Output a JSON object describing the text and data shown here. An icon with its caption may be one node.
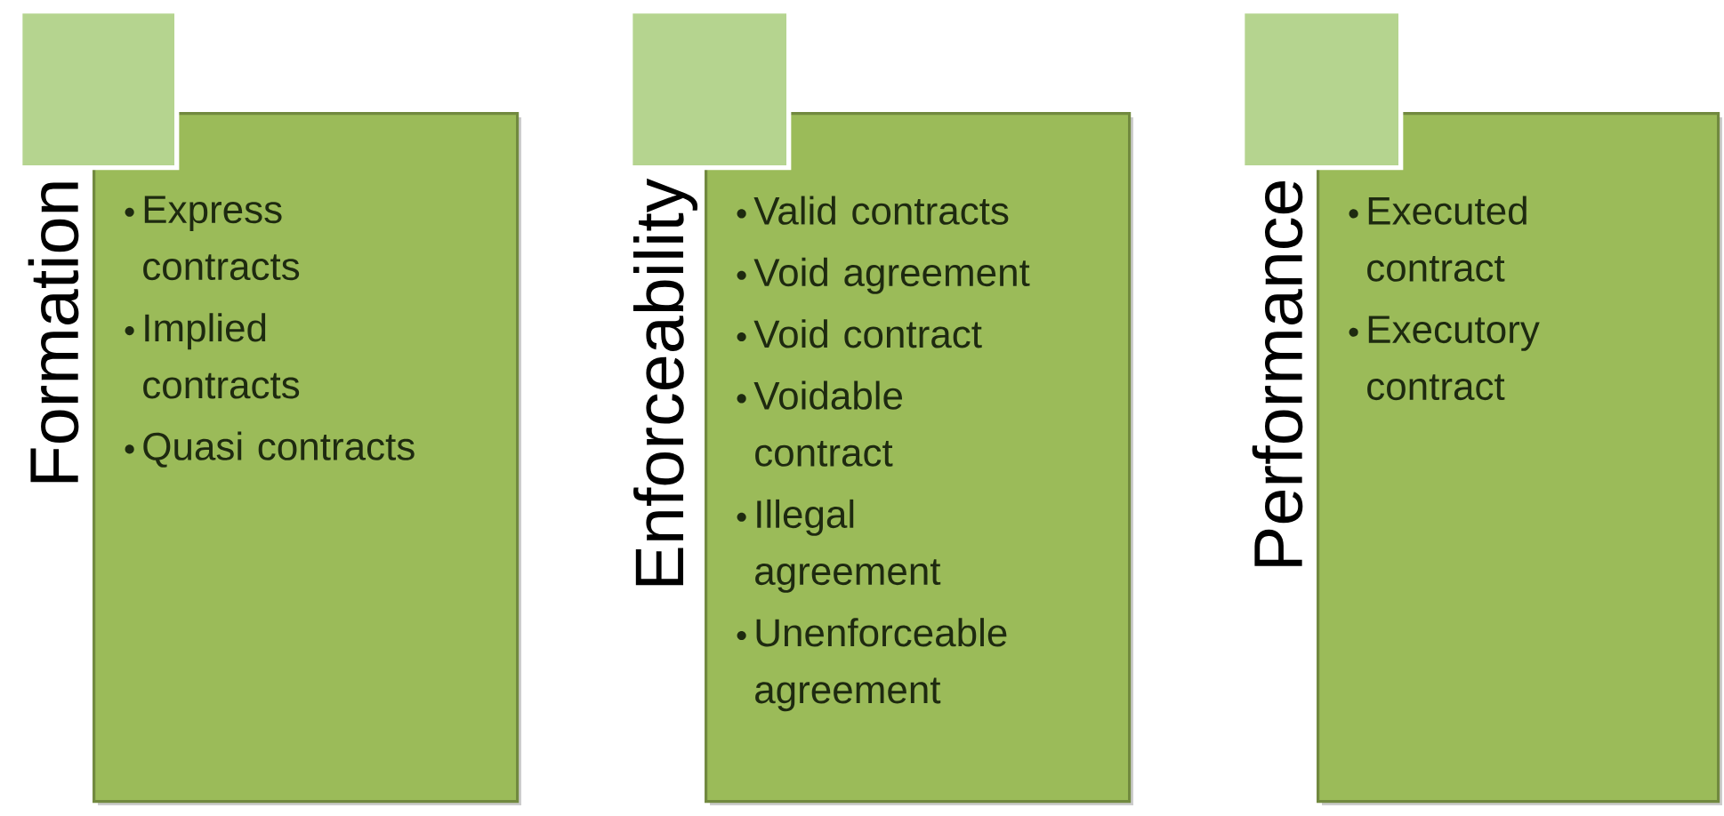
{
  "diagram": {
    "nodes": [
      {
        "text": [],
        "shape": "box"
      },
      {
        "text": [
          "Formation",
          "Express contracts",
          "Implied contracts",
          "Quasi contracts"
        ]
      },
      {
        "text": [],
        "shape": "box"
      },
      {
        "text": [
          "Enforceability",
          "Valid contracts",
          "Void agreement",
          "Void contract",
          "Voidable contract",
          "Illegal agreement",
          "Unenforceable agreement"
        ]
      },
      {
        "text": [],
        "shape": "box"
      },
      {
        "text": [
          "Performance",
          "Executed contract",
          "Executory contract"
        ]
      }
    ]
  }
}
